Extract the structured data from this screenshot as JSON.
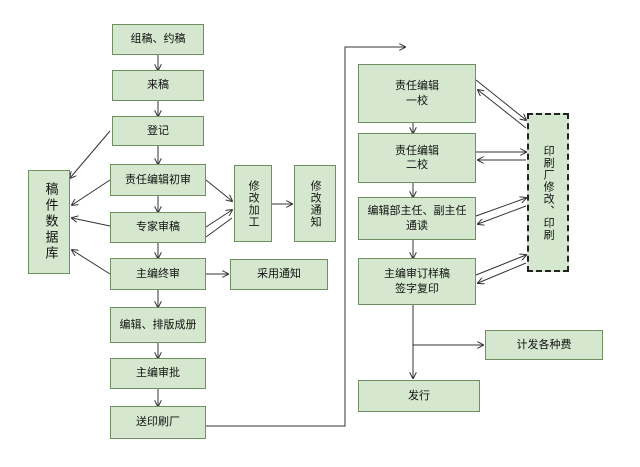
{
  "nodes": {
    "n_solicit": "组稿、约稿",
    "n_receive": "来稿",
    "n_register": "登记",
    "n_first_review": "责任编辑初审",
    "n_expert_review": "专家审稿",
    "n_final_review": "主编终审",
    "n_edit_layout": "编辑、排版成册",
    "n_editor_approve": "主编审批",
    "n_send_print": "送印刷厂",
    "n_db": "稿件数据库",
    "n_revise": "修改加工",
    "n_revise_notice": "修改通知",
    "n_accept_notice": "采用通知",
    "n_proof1_l1": "责任编辑",
    "n_proof1_l2": "一校",
    "n_proof2_l1": "责任编辑",
    "n_proof2_l2": "二校",
    "n_proof3_l1": "编辑部主任、副主任",
    "n_proof3_l2": "通读",
    "n_sign_l1": "主编审订样稿",
    "n_sign_l2": "签字复印",
    "n_fees": "计发各种费",
    "n_publish": "发行",
    "n_printer": "印刷厂修改、印刷"
  }
}
